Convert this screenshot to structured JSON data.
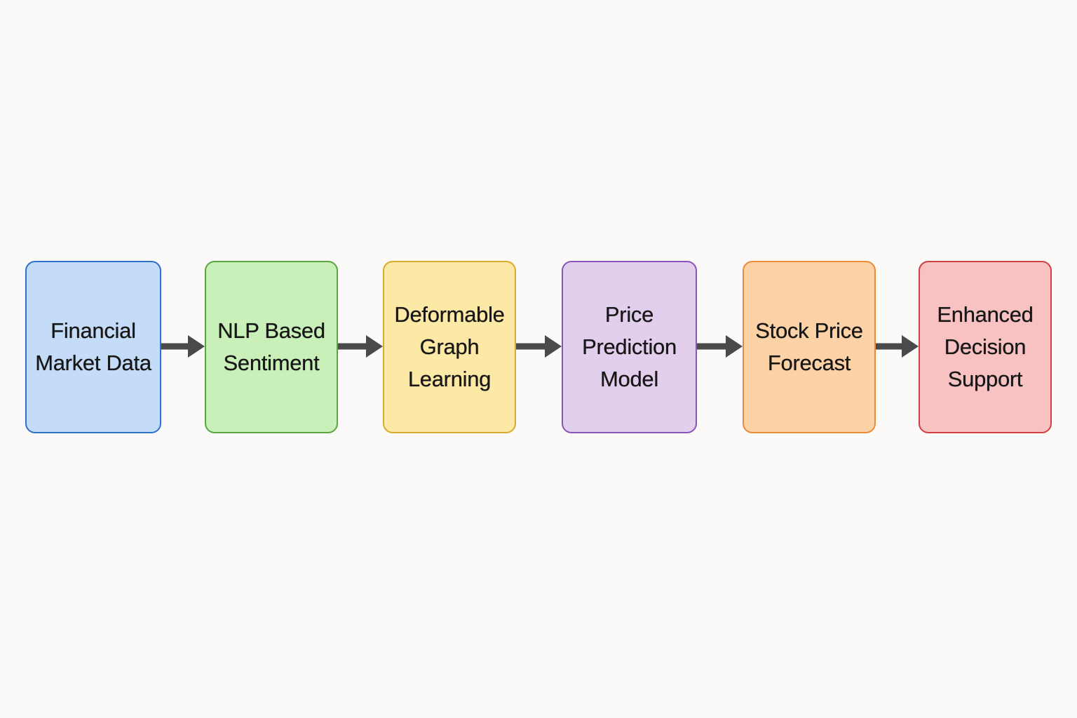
{
  "steps": [
    {
      "label": "Financial\nMarket Data",
      "fill": "#c4dcf7",
      "border": "#2f72c7"
    },
    {
      "label": "NLP Based\nSentiment",
      "fill": "#c9f0b9",
      "border": "#5aa544"
    },
    {
      "label": "Deformable\nGraph\nLearning",
      "fill": "#fde9a6",
      "border": "#d9aa2c"
    },
    {
      "label": "Price\nPrediction\nModel",
      "fill": "#e2cfed",
      "border": "#8b55b7"
    },
    {
      "label": "Stock Price\nForecast",
      "fill": "#fdd2a6",
      "border": "#ea8b3a"
    },
    {
      "label": "Enhanced\nDecision\nSupport",
      "fill": "#f8c2c2",
      "border": "#cf3f45"
    }
  ],
  "arrow_color": "#4a4a4a"
}
